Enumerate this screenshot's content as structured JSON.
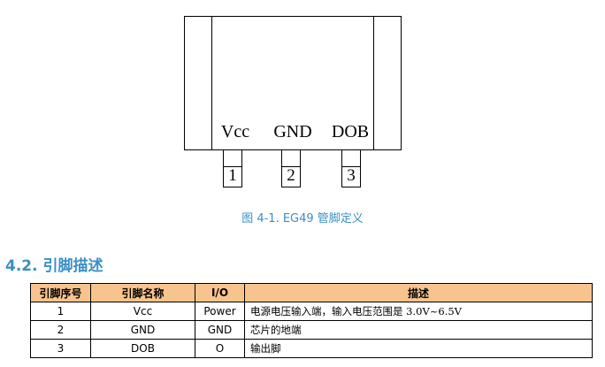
{
  "diagram": {
    "pins": [
      {
        "label": "Vcc",
        "number": "1"
      },
      {
        "label": "GND",
        "number": "2"
      },
      {
        "label": "DOB",
        "number": "3"
      }
    ],
    "caption": "图 4-1. EG49 管脚定义"
  },
  "section": {
    "title": "4.2. 引脚描述"
  },
  "table": {
    "headers": [
      "引脚序号",
      "引脚名称",
      "I/O",
      "描述"
    ],
    "rows": [
      [
        "1",
        "Vcc",
        "Power",
        "电源电压输入端，输入电压范围是 3.0V~6.5V"
      ],
      [
        "2",
        "GND",
        "GND",
        "芯片的地端"
      ],
      [
        "3",
        "DOB",
        "O",
        "输出脚"
      ]
    ]
  },
  "colors": {
    "accent": "#3b8fc4",
    "header_bg": "#f8c48e"
  }
}
